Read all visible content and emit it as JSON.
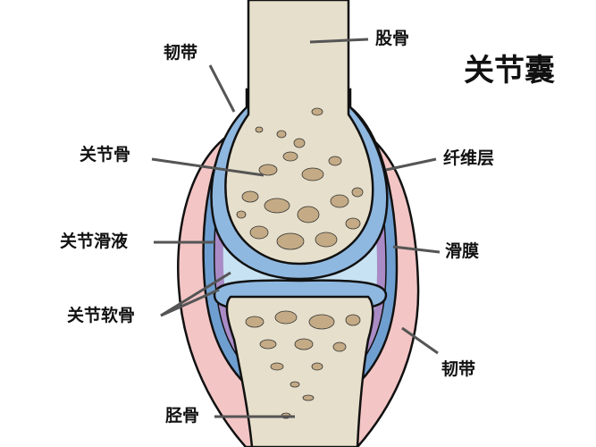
{
  "title": "关节囊",
  "labels": {
    "femur": "股骨",
    "ligament_top": "韧带",
    "articular_bone": "关节骨",
    "fibrous_layer": "纤维层",
    "synovial_fluid": "关节滑液",
    "synovial_membrane": "滑膜",
    "articular_cartilage": "关节软骨",
    "ligament_bottom": "韧带",
    "tibia": "胫骨"
  },
  "colors": {
    "bone": "#e6dfcb",
    "spongy_bone": "#c4ab86",
    "ligament": "#f4c5c5",
    "fibrous_layer": "#6f9fd1",
    "synovial_membrane": "#a98bc6",
    "synovial_fluid": "#c7e2f2",
    "cartilage": "#8fb8e0",
    "outline": "#111111",
    "leader_line": "#555555"
  }
}
